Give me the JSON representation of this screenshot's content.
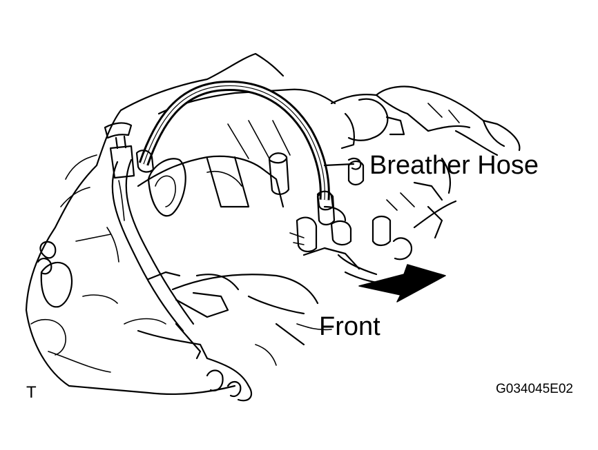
{
  "diagram": {
    "labels": {
      "breather_hose": "Breather Hose",
      "front": "Front",
      "view_mark": "T",
      "figure_id": "G034045E02"
    },
    "colors": {
      "line": "#000000",
      "background": "#ffffff"
    }
  }
}
